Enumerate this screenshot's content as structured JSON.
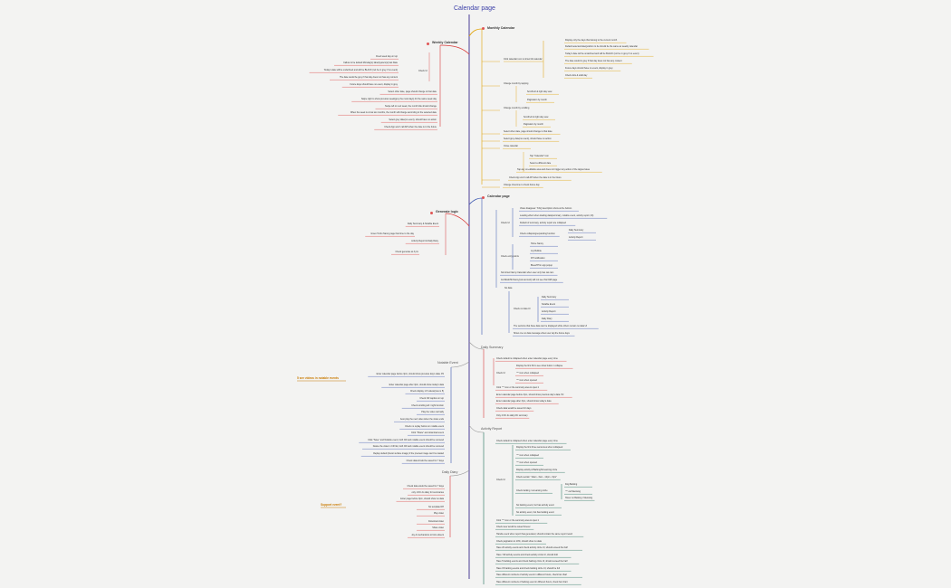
{
  "title": "Calendar page",
  "colors": {
    "title": "#3b3fa8",
    "spine": "#5b4fa0",
    "monthly": "#e0a000",
    "weekly": "#d93b3b",
    "calendar_page": "#3a56b0",
    "generate": "#d93b3b",
    "daily_summary": "#d93b3b",
    "notable": "#3a56b0",
    "activity": "#1e6e5a",
    "daily_diary": "#d93b3b",
    "note": "#c97a00"
  },
  "branches": {
    "monthly_calendar": "Monthly Calendar",
    "weekly_calendar": "Weekly Calendar",
    "calendar_page": "Calendar page",
    "generate_logic": "Generate logic",
    "daily_summary": "Daily Summary",
    "notable_event": "Notable Event",
    "activity_report": "Activity Report",
    "daily_diary": "Daily Diary"
  },
  "notes": {
    "see_videos": "5 see videos in notable events",
    "support_event": "Support event?"
  },
  "monthly": {
    "click_calendar": "Click calendar icon to show full calendar",
    "change_month_tapping": "Change month by tapping",
    "change_month_scrolling": "Change month by scrolling",
    "leaves": [
      "Display only the days that belong to the current month",
      "Default selected date(position to be should be the same as weekly calendar",
      "Today's date will be underlined and will be BLACK (not be in grey if no event)",
      "The date would in grey if that day does not has any content",
      "Future days should have no event, display in grey",
      "Check dots & solid day",
      "Scroll left & right day view",
      "Pagination by month",
      "Scroll left & right day view",
      "Pagination by month",
      "Select other date, page should change to that date",
      "Select grey date(no event), should have no action",
      "Close calendar",
      "Tap \"Calendar\" icon",
      "Select a different date",
      "Tap any un-editable area and does not trigger any action of the tapped area",
      "Check App won't call API when the date is in the future",
      "Change timezone to check future day"
    ]
  },
  "weekly": {
    "check_ui": "Check UI",
    "leaves": [
      "Fixed week day on top",
      "Fallow to be default Monday(s) label(system(s) last Date",
      "Today's date will be underlined and will be BLACK (not be in grey if no event)",
      "The date would be grey if that day doest not has any content",
      "Future days should have no event, display in grey",
      "Select other date, page should change to that date",
      "Swipe right to show previous week(grey the most days) for the same week day",
      "Swipe left to next week, the month title should change",
      "When the week is cross two months, the month will change according to the selected date",
      "Select grey date(no event), should have no action",
      "Check App won't call API when the date is in the future"
    ]
  },
  "calendar_page": {
    "check_ui": "Check UI",
    "check_entry": "Check entry points",
    "no_data": "No data",
    "check_no_data": "Check no data UI",
    "leaves": [
      "Video disappear: \"FAQ description show at the bottom",
      "Loading effect when loading data(summary, notable event, activity report, DI)",
      "Default of summary, activity report are collapsed",
      "Check collapsing/expanding function",
      "Daily Summary",
      "Activity Report",
      "Home Nanny",
      "Joy Bubble",
      "DH notification",
      "BluesHH in app popup",
      "Not show Nanny Calendar when user only has cat cam",
      "As DELETE Nanny(cat account) will not see this FAB page",
      "Daily Summary",
      "Notable Event",
      "Activity Report",
      "Daily Diary",
      "The sections that have data can be displayed while others remain no data UI",
      "Show one no data message when user tap the future days"
    ]
  },
  "generate": {
    "leaves": [
      "Daily Summary & Notable Event",
      "Given Turbo Nanny page that time to the day",
      "Activity Report & Daily Diary",
      "Check generate at 3 pm"
    ]
  },
  "daily_summary": {
    "check_ui": "Check UI",
    "leaves": [
      "Check default is collapsed when enter calendar page every time",
      "Display the first 60 to see show button / collapse",
      "\"^\" icon when collapsed",
      "\"^\" icon when opened",
      "Click \"^\" icon or the summary area to open it",
      "Enter calendar page before 3pm, should show previous day's data. P2",
      "Enter calendar page after 3pm, should show today's data",
      "Check data would be saved 10 days",
      "Only 2 DC do daily DC summary"
    ]
  },
  "notable": {
    "leaves": [
      "Enter calendar page before 3pm, should show previous day's data. P2",
      "Enter calendar page after 3pm, should show today's data",
      "Check display 1-5 videos(max is 5)",
      "Check CR caption on top",
      "Check scrolling left / right function",
      "Play the video normally",
      "Auto play the next video when the video ends",
      "Check no replay button on notable event",
      "Click \"Share\" and download event",
      "Click \"Save\" and Notable event, both CR and notable event should be removed",
      "Delete the video in CR list, both CR and notable event should be removed",
      "Replay default (boost surface image) if the preview image can't be loaded",
      "Check data should be saved for 7 days"
    ]
  },
  "activity": {
    "check_ui": "Check UI",
    "leaves": [
      "Check default is collapsed when enter calendar page every time",
      "Display the first three sentences when collapsed",
      "\"^\" icon when collapsed",
      "\"^\" icon when opened",
      "Display activity & Barking/Screaming circle",
      "Check section \"12am - 6am - 12pm - 6pm\"",
      "Check barking / screaming circle",
      "Dog Barking",
      "\"^\" cat Meowing",
      "Hover on Barking / Meowing",
      "No barking event, but has activity event",
      "No activity event, but has barking event",
      "Click \"^\" icon or the summary area to open it",
      "Check view would be saved forever",
      "Handle event when report has generated, should contain the same report result",
      "Check pagination to 10%, should show no data",
      "Have 20 activity events and check activity circle UI, should exceed the half",
      "Have >99 activity events and check activity circle UI, should fold",
      "Have 5 barking events and check barking circle UI, should exceed the half",
      "Have 15 barking events and check barking circle UI, should be full",
      "Have different numbers of activity event in different hours, check bar chart",
      "Have different numbers of barking event in different hours, check bar chart"
    ]
  },
  "daily_diary": {
    "leaves": [
      "Check data would be saved for 7 days",
      "only 1 DC do diary for summaries",
      "Enter page before 3pm, should show no data",
      "No template DH",
      "Play video",
      "Download video",
      "Share video",
      "Joy & mechanisms to link a Event"
    ]
  }
}
